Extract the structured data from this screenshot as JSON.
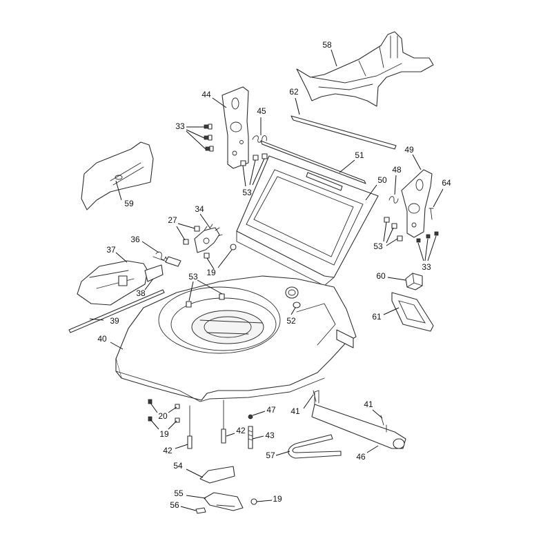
{
  "callouts": [
    {
      "id": "58",
      "label": "58"
    },
    {
      "id": "62",
      "label": "62"
    },
    {
      "id": "44",
      "label": "44"
    },
    {
      "id": "45",
      "label": "45"
    },
    {
      "id": "33a",
      "label": "33"
    },
    {
      "id": "53a",
      "label": "53"
    },
    {
      "id": "51",
      "label": "51"
    },
    {
      "id": "49",
      "label": "49"
    },
    {
      "id": "48",
      "label": "48"
    },
    {
      "id": "64",
      "label": "64"
    },
    {
      "id": "50",
      "label": "50"
    },
    {
      "id": "59",
      "label": "59"
    },
    {
      "id": "34",
      "label": "34"
    },
    {
      "id": "27",
      "label": "27"
    },
    {
      "id": "36",
      "label": "36"
    },
    {
      "id": "37",
      "label": "37"
    },
    {
      "id": "19a",
      "label": "19"
    },
    {
      "id": "53b",
      "label": "53"
    },
    {
      "id": "53c",
      "label": "53"
    },
    {
      "id": "33b",
      "label": "33"
    },
    {
      "id": "60",
      "label": "60"
    },
    {
      "id": "38",
      "label": "38"
    },
    {
      "id": "52",
      "label": "52"
    },
    {
      "id": "61",
      "label": "61"
    },
    {
      "id": "39",
      "label": "39"
    },
    {
      "id": "40",
      "label": "40"
    },
    {
      "id": "41a",
      "label": "41"
    },
    {
      "id": "41b",
      "label": "41"
    },
    {
      "id": "20",
      "label": "20"
    },
    {
      "id": "47",
      "label": "47"
    },
    {
      "id": "19b",
      "label": "19"
    },
    {
      "id": "42a",
      "label": "42"
    },
    {
      "id": "42b",
      "label": "42"
    },
    {
      "id": "43",
      "label": "43"
    },
    {
      "id": "46",
      "label": "46"
    },
    {
      "id": "57",
      "label": "57"
    },
    {
      "id": "54",
      "label": "54"
    },
    {
      "id": "55",
      "label": "55"
    },
    {
      "id": "19c",
      "label": "19"
    },
    {
      "id": "56",
      "label": "56"
    }
  ]
}
